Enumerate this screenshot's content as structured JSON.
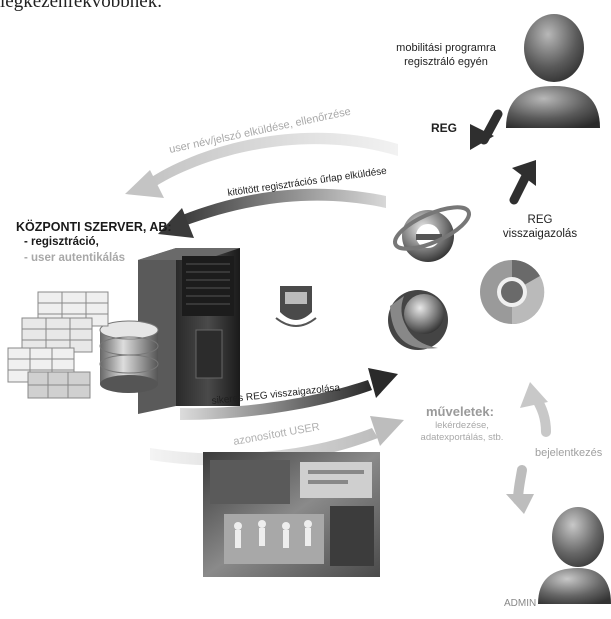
{
  "top_caption": "legkezenfekvőbbnek.",
  "server": {
    "title": "KÖZPONTI SZERVER, AB:",
    "item1": "- regisztráció,",
    "item2": "- user autentikálás"
  },
  "user_top": {
    "line1": "mobilitási programra",
    "line2": "regisztráló egyén",
    "reg": "REG"
  },
  "reg_confirm": {
    "line1": "REG",
    "line2": "visszaigazolás"
  },
  "arrows": {
    "username_check": "user név/jelszó elküldése, ellenőrzése",
    "form_send": "kitöltött regisztrációs űrlap elküldése",
    "reg_success": "sikeres REG visszaigazolása",
    "identified_user": "azonosított USER"
  },
  "operations": {
    "title": "műveletek:",
    "line1": "lekérdezése,",
    "line2": "adatexportálás, stb."
  },
  "login": "bejelentkezés",
  "admin": "ADMIN"
}
